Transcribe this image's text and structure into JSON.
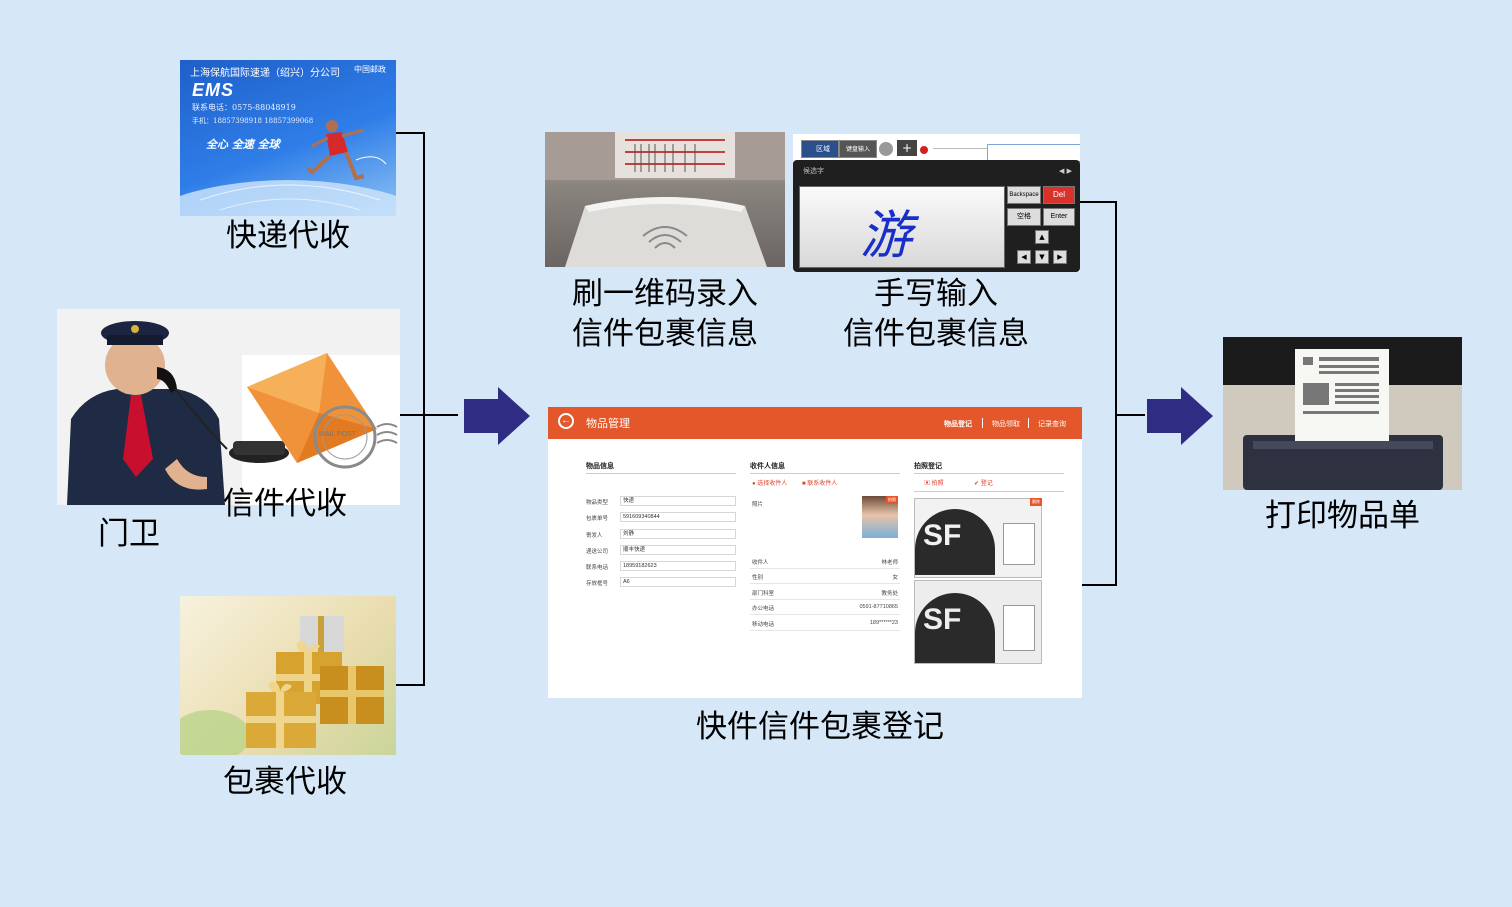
{
  "nodes": {
    "express": {
      "caption": "快递代收"
    },
    "letter": {
      "caption": "信件代收"
    },
    "guard": {
      "caption": "门卫"
    },
    "parcel": {
      "caption": "包裹代收"
    },
    "scan": {
      "caption_line1": "刷一维码录入",
      "caption_line2": "信件包裹信息"
    },
    "handwrite": {
      "caption_line1": "手写输入",
      "caption_line2": "信件包裹信息"
    },
    "register": {
      "caption": "快件信件包裹登记"
    },
    "print": {
      "caption": "打印物品单"
    }
  },
  "ems_card": {
    "company": "上海保航国际速递（绍兴）分公司",
    "logo": "EMS",
    "post_logo": "中国邮政",
    "phone": "联系电话：0575-88048919",
    "mobile": "手机：18857398918  18857399068",
    "slogan": "全心 全速 全球"
  },
  "mail_stamp": "MAIL POST",
  "handwriting_panel": {
    "mode_label": "区域",
    "keyboard_label": "键盘输入",
    "candidate_label": "候选字",
    "written_char": "游",
    "keys": {
      "backspace": "Backspace",
      "del": "Del",
      "space": "空格",
      "enter": "Enter"
    }
  },
  "registration_form": {
    "title": "物品管理",
    "tabs": [
      "物品登记",
      "物品领取",
      "记录查询"
    ],
    "item_info": {
      "heading": "物品信息",
      "fields": [
        {
          "label": "物品类型",
          "value": "快递"
        },
        {
          "label": "包裹单号",
          "value": "591609340844"
        },
        {
          "label": "寄发人",
          "value": "刘静"
        },
        {
          "label": "递送公司",
          "value": "顺丰快递"
        },
        {
          "label": "联系电话",
          "value": "18959182623"
        },
        {
          "label": "存放框号",
          "value": "A6"
        }
      ]
    },
    "recipient_info": {
      "heading": "收件人信息",
      "select_action": "选择收件人",
      "contact_action": "联系收件人",
      "photo_label": "照片",
      "photo_badge": "拍照",
      "fields": [
        {
          "label": "收件人",
          "value": "林老师"
        },
        {
          "label": "性别",
          "value": "女"
        },
        {
          "label": "部门科室",
          "value": "教务处"
        },
        {
          "label": "办公电话",
          "value": "0591-87710865"
        },
        {
          "label": "移动电话",
          "value": "189******23"
        }
      ]
    },
    "photo_register": {
      "heading": "拍照登记",
      "photo_action": "拍照",
      "register_action": "登记",
      "thumb_badge": "删除",
      "package_logo": "SF"
    }
  },
  "colors": {
    "background": "#d6e8f8",
    "arrow": "#2f2c84",
    "header_orange": "#e3572a",
    "connector": "#000000"
  }
}
